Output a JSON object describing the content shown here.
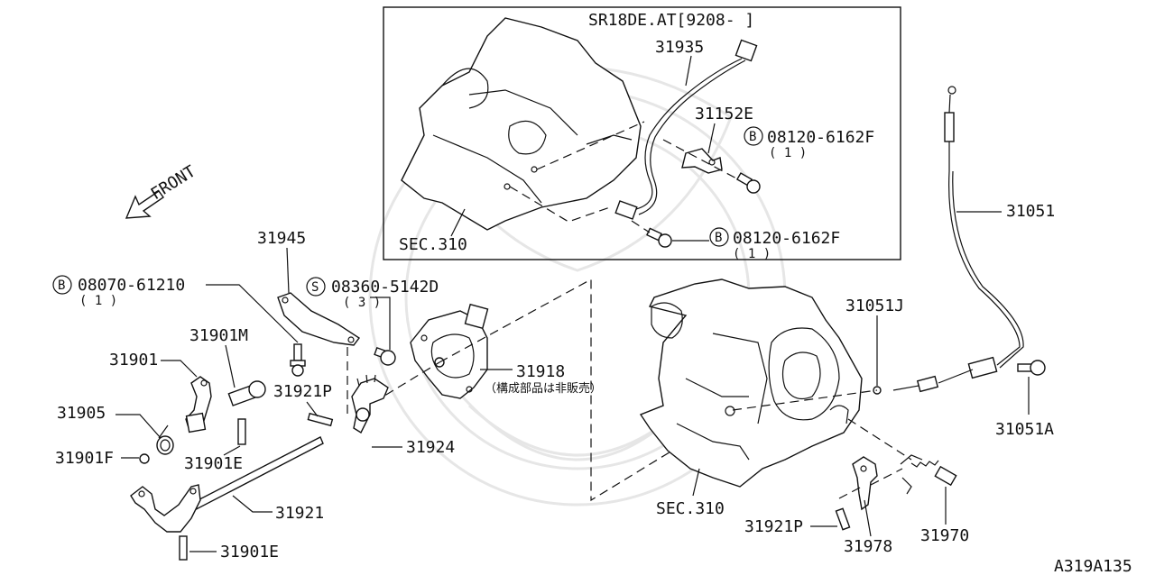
{
  "diagram": {
    "inset_title": "SR18DE.AT[9208-     ]",
    "front_label": "FRONT",
    "diagram_id": "A319A135",
    "labels": {
      "p31935": "31935",
      "p31152E": "31152E",
      "b08120a": "08120-6162F",
      "b08120a_qty": "( 1 )",
      "b08120b": "08120-6162F",
      "b08120b_qty": "( 1 )",
      "sec310_top": "SEC.310",
      "p31051": "31051",
      "p31945": "31945",
      "b08070": "08070-61210",
      "b08070_qty": "( 1 )",
      "s08360": "08360-5142D",
      "s08360_qty": "( 3 )",
      "p31901M": "31901M",
      "p31901": "31901",
      "p31921P_a": "31921P",
      "p31918": "31918",
      "p31918_note": "（構成部品は非販売）",
      "p31905": "31905",
      "p31924": "31924",
      "p31901F": "31901F",
      "p31901E_a": "31901E",
      "p31921": "31921",
      "p31901E_b": "31901E",
      "p31051J": "31051J",
      "p31051A": "31051A",
      "sec310_bottom": "SEC.310",
      "p31921P_b": "31921P",
      "p31978": "31978",
      "p31970": "31970"
    },
    "symbols": {
      "bolt": "B",
      "screw": "S"
    }
  }
}
